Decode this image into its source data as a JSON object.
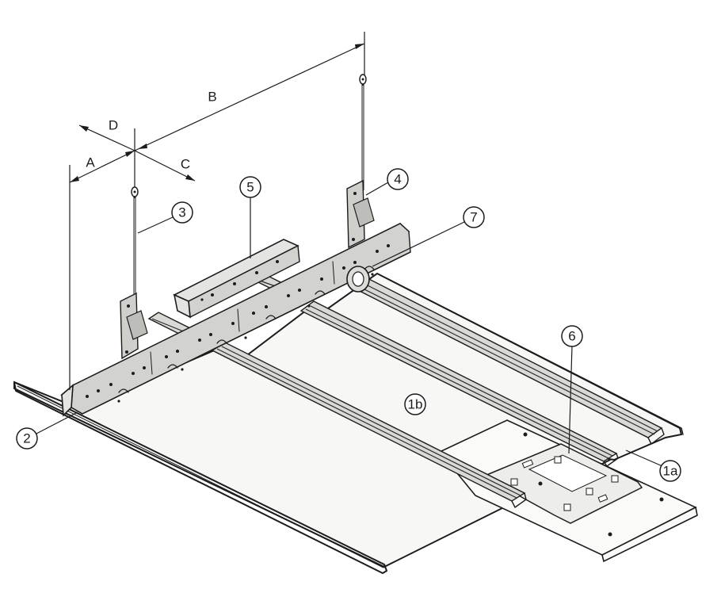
{
  "dimensions": {
    "a": "A",
    "b": "B",
    "c": "C",
    "d": "D"
  },
  "callouts": {
    "c1a": "1a",
    "c1b": "1b",
    "c2": "2",
    "c3": "3",
    "c4": "4",
    "c5": "5",
    "c6": "6",
    "c7": "7"
  }
}
